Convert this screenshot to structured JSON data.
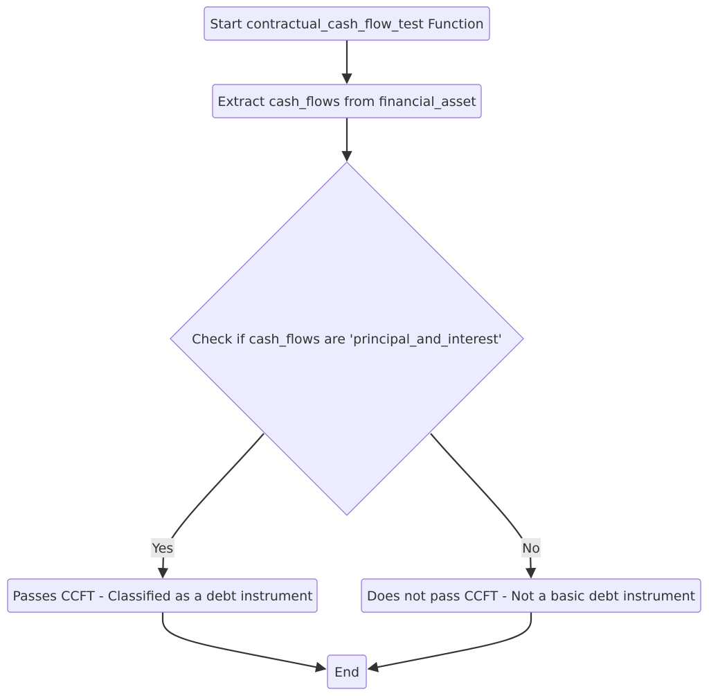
{
  "nodes": {
    "start": "Start contractual_cash_flow_test Function",
    "extract": "Extract cash_flows from financial_asset",
    "check": "Check if cash_flows are 'principal_and_interest'",
    "pass": "Passes CCFT - Classified as a debt instrument",
    "fail": "Does not pass CCFT - Not a basic debt instrument",
    "end": "End"
  },
  "edges": {
    "yes": "Yes",
    "no": "No"
  },
  "colors": {
    "node_fill": "#ececff",
    "node_stroke": "#9370db",
    "edge": "#333333",
    "label_bg": "#e8e8e8"
  }
}
